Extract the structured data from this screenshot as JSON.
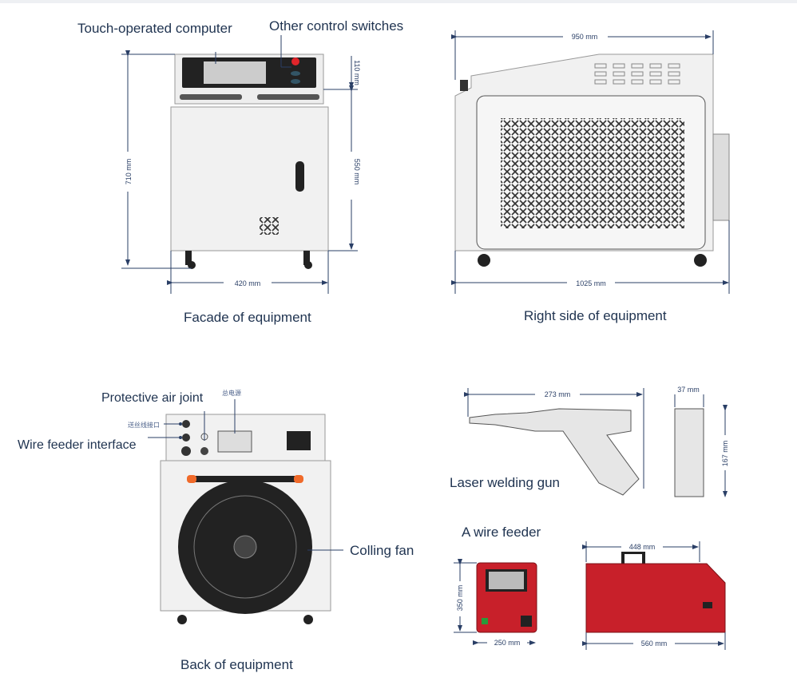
{
  "labels": {
    "touch_computer": "Touch-operated computer",
    "control_switches": "Other control switches",
    "facade": "Facade of equipment",
    "right_side": "Right side of equipment",
    "protective_air": "Protective air joint",
    "wire_feeder_interface": "Wire feeder interface",
    "cooling_fan": "Colling fan",
    "back": "Back of equipment",
    "welding_gun": "Laser welding gun",
    "wire_feeder": "A wire feeder",
    "cn_feeder_port": "送丝线接口",
    "cn_power": "总电源"
  },
  "dimensions": {
    "front_height": "710 mm",
    "front_top": "110 mm",
    "front_body": "550 mm",
    "front_width": "420 mm",
    "side_top": "950 mm",
    "side_bottom": "1025 mm",
    "gun_length": "273 mm",
    "gun_width": "37 mm",
    "gun_height": "167 mm",
    "feeder_height": "350 mm",
    "feeder_width": "250 mm",
    "feeder_top": "448 mm",
    "feeder_length": "560 mm"
  },
  "colors": {
    "line": "#2a3f66",
    "feeder_red": "#c8202a",
    "button_red": "#e0252b"
  }
}
